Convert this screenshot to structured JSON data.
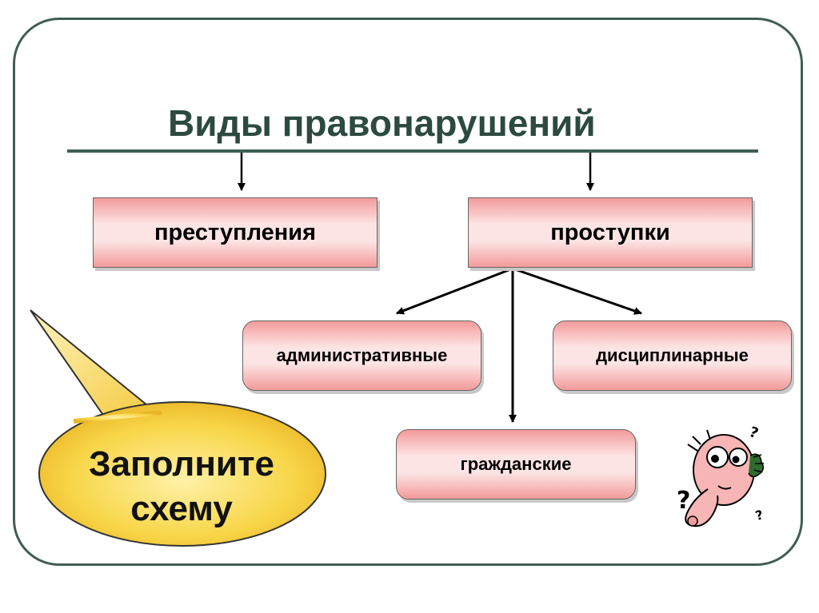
{
  "diagram": {
    "title": "Виды правонарушений",
    "nodes": {
      "crimes": "преступления",
      "offenses": "проступки",
      "administrative": "административные",
      "disciplinary": "дисциплинарные",
      "civil": "гражданские"
    },
    "edges": [
      [
        "title",
        "crimes"
      ],
      [
        "title",
        "offenses"
      ],
      [
        "offenses",
        "administrative"
      ],
      [
        "offenses",
        "disciplinary"
      ],
      [
        "offenses",
        "civil"
      ]
    ]
  },
  "callout": {
    "line1": "Заполните",
    "line2": "схему"
  },
  "clipart": {
    "icon": "puzzled-person-icon",
    "glyph": "?"
  },
  "colors": {
    "frame": "#3f5e53",
    "title": "#2c4a40",
    "box_edge": "#f39a9a",
    "box_center": "#fde4e4",
    "bubble": "#f6cf3e"
  }
}
